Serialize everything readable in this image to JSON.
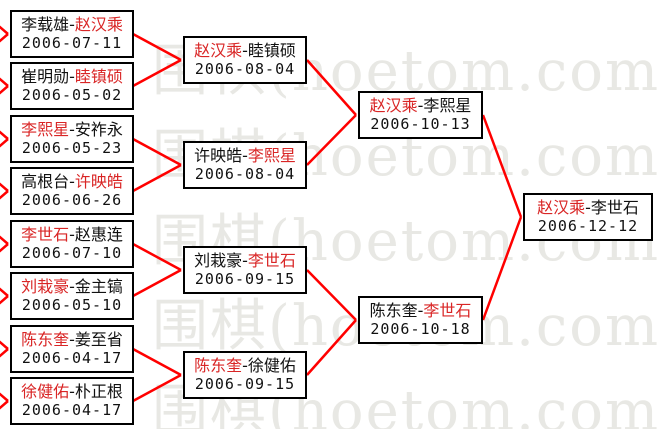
{
  "watermark": {
    "text": "围棋(hoetom.com)",
    "color": "#e8e8e4"
  },
  "colors": {
    "winner_text": "#d92525",
    "connector_line": "#ff0000",
    "box_border": "#000000"
  },
  "separator": "-",
  "rounds": [
    {
      "matches": [
        {
          "p1": {
            "name": "李载雄",
            "result": "loss"
          },
          "p2": {
            "name": "赵汉乘",
            "result": "win"
          },
          "date": "2006-07-11"
        },
        {
          "p1": {
            "name": "崔明勋",
            "result": "loss"
          },
          "p2": {
            "name": "睦镇硕",
            "result": "win"
          },
          "date": "2006-05-02"
        },
        {
          "p1": {
            "name": "李熙星",
            "result": "win"
          },
          "p2": {
            "name": "安祚永",
            "result": "loss"
          },
          "date": "2006-05-23"
        },
        {
          "p1": {
            "name": "高根台",
            "result": "loss"
          },
          "p2": {
            "name": "许映皓",
            "result": "win"
          },
          "date": "2006-06-26"
        },
        {
          "p1": {
            "name": "李世石",
            "result": "win"
          },
          "p2": {
            "name": "赵惠连",
            "result": "loss"
          },
          "date": "2006-07-10"
        },
        {
          "p1": {
            "name": "刘栽豪",
            "result": "win"
          },
          "p2": {
            "name": "金主镐",
            "result": "loss"
          },
          "date": "2006-05-10"
        },
        {
          "p1": {
            "name": "陈东奎",
            "result": "win"
          },
          "p2": {
            "name": "姜至省",
            "result": "loss"
          },
          "date": "2006-04-17"
        },
        {
          "p1": {
            "name": "徐健佑",
            "result": "win"
          },
          "p2": {
            "name": "朴正根",
            "result": "loss"
          },
          "date": "2006-04-17"
        }
      ]
    },
    {
      "matches": [
        {
          "p1": {
            "name": "赵汉乘",
            "result": "win"
          },
          "p2": {
            "name": "睦镇硕",
            "result": "loss"
          },
          "date": "2006-08-04"
        },
        {
          "p1": {
            "name": "许映皓",
            "result": "loss"
          },
          "p2": {
            "name": "李熙星",
            "result": "win"
          },
          "date": "2006-08-04"
        },
        {
          "p1": {
            "name": "刘栽豪",
            "result": "loss"
          },
          "p2": {
            "name": "李世石",
            "result": "win"
          },
          "date": "2006-09-15"
        },
        {
          "p1": {
            "name": "陈东奎",
            "result": "win"
          },
          "p2": {
            "name": "徐健佑",
            "result": "loss"
          },
          "date": "2006-09-15"
        }
      ]
    },
    {
      "matches": [
        {
          "p1": {
            "name": "赵汉乘",
            "result": "win"
          },
          "p2": {
            "name": "李熙星",
            "result": "loss"
          },
          "date": "2006-10-13"
        },
        {
          "p1": {
            "name": "陈东奎",
            "result": "loss"
          },
          "p2": {
            "name": "李世石",
            "result": "win"
          },
          "date": "2006-10-18"
        }
      ]
    },
    {
      "matches": [
        {
          "p1": {
            "name": "赵汉乘",
            "result": "win"
          },
          "p2": {
            "name": "李世石",
            "result": "loss"
          },
          "date": "2006-12-12"
        }
      ]
    }
  ]
}
